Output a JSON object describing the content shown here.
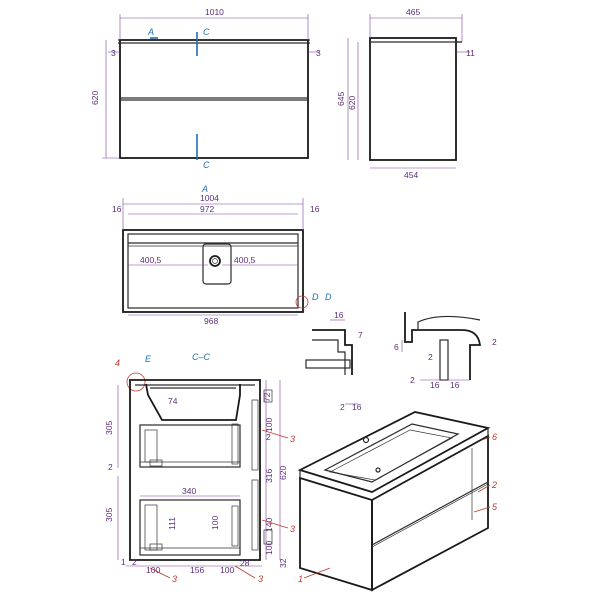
{
  "front_view": {
    "width": "1010",
    "height": "620",
    "side_gap_left": "3",
    "side_gap_right": "3",
    "label_a": "A",
    "label_c_top": "C",
    "label_c_bottom": "C"
  },
  "side_view": {
    "depth_top": "465",
    "depth_bottom": "454",
    "height_outer": "645",
    "height_inner": "620",
    "top_offset": "11"
  },
  "plan_view": {
    "title": "A",
    "overall": "1004",
    "inner": "972",
    "edge_left": "16",
    "edge_right": "16",
    "half_left": "400,5",
    "half_right": "400,5",
    "bottom": "968"
  },
  "detail_d": {
    "title": "D",
    "dims": [
      "16",
      "7",
      "2",
      "16"
    ]
  },
  "detail_e": {
    "dims": [
      "6",
      "2",
      "2",
      "16",
      "16",
      "2"
    ]
  },
  "section_cc": {
    "title": "C–C",
    "label_e": "E",
    "label_4": "4",
    "dims_left": [
      "305",
      "305"
    ],
    "dim_74": "74",
    "dim_72": "72",
    "dim_100a": "100",
    "dim_2a": "2",
    "dim_316": "316",
    "dim_620": "620",
    "dim_340": "340",
    "dim_111": "111",
    "dim_100b": "100",
    "dim_140": "140",
    "dim_100c": "100",
    "dim_32": "32",
    "dim_2b": "2",
    "bottom_dims": [
      "1",
      "2",
      "100",
      "156",
      "100",
      "28"
    ],
    "callout_3": "3"
  },
  "iso_callouts": {
    "c1": "1",
    "c2": "2",
    "c5": "5",
    "c6": "6"
  }
}
